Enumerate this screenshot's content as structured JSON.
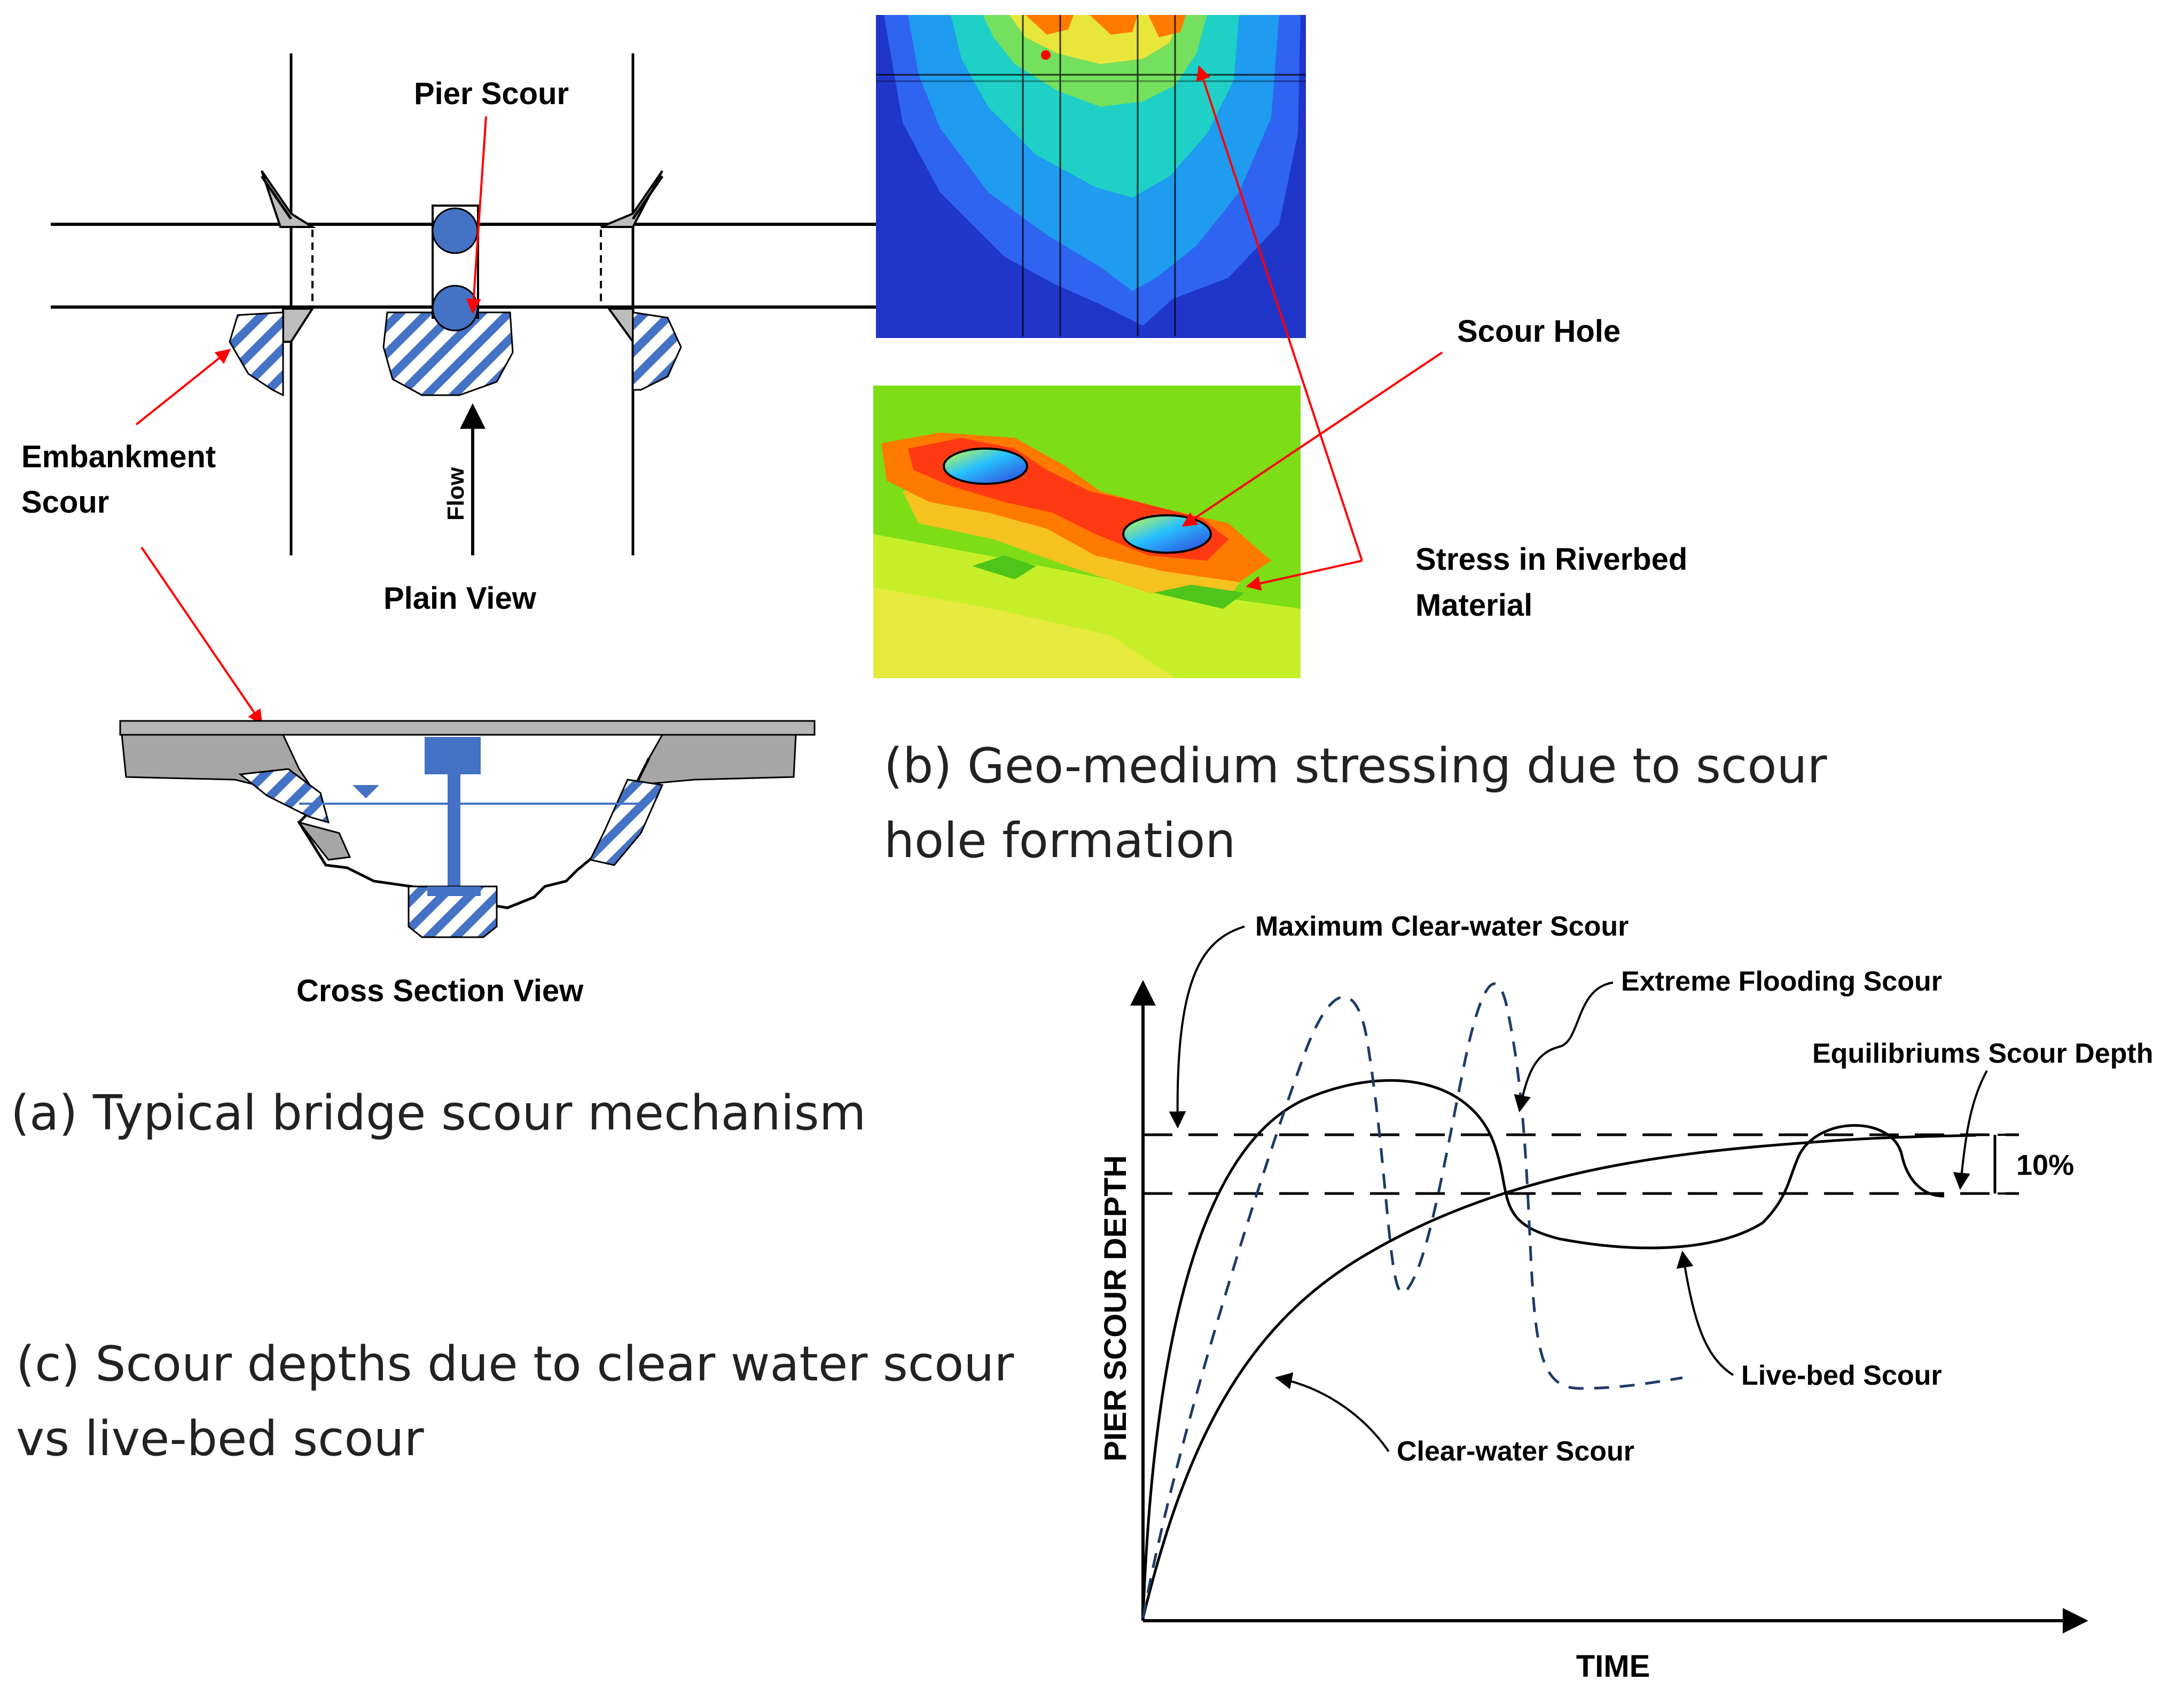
{
  "panel_a": {
    "labels": {
      "pier_scour": "Pier Scour",
      "embankment_line1": "Embankment",
      "embankment_line2": "Scour",
      "flow": "Flow",
      "plain_view": "Plain View",
      "cross_section_view": "Cross Section View"
    },
    "caption": "(a) Typical bridge scour mechanism"
  },
  "panel_b": {
    "labels": {
      "scour_hole": "Scour Hole",
      "stress_line1": "Stress in Riverbed",
      "stress_line2": "Material"
    },
    "caption_line1": "(b) Geo-medium stressing due to scour",
    "caption_line2": "hole formation"
  },
  "panel_c": {
    "caption_line1": "(c) Scour depths due to clear water scour",
    "caption_line2": "vs live-bed scour"
  },
  "chart_data": {
    "type": "line",
    "xlabel": "TIME",
    "ylabel": "PIER SCOUR DEPTH",
    "annotations": {
      "max_clear_water": "Maximum Clear-water Scour",
      "extreme_flooding": "Extreme Flooding Scour",
      "equilibrium": "Equilibriums Scour Depth",
      "live_bed": "Live-bed Scour",
      "clear_water": "Clear-water Scour",
      "ten_percent": "10%"
    },
    "series": [
      {
        "name": "Clear-water Scour",
        "style": "solid"
      },
      {
        "name": "Live-bed Scour",
        "style": "solid"
      },
      {
        "name": "Extreme Flooding Scour",
        "style": "dashed",
        "color": "#1f3b66"
      }
    ],
    "reference_lines": [
      "Maximum Clear-water Scour",
      "Equilibriums Scour Depth"
    ]
  },
  "colors": {
    "annotation_arrow": "#ff0000",
    "hatch_blue": "#4472c4",
    "pier_blue": "#4472c4",
    "dashed_series": "#1f3b66"
  }
}
